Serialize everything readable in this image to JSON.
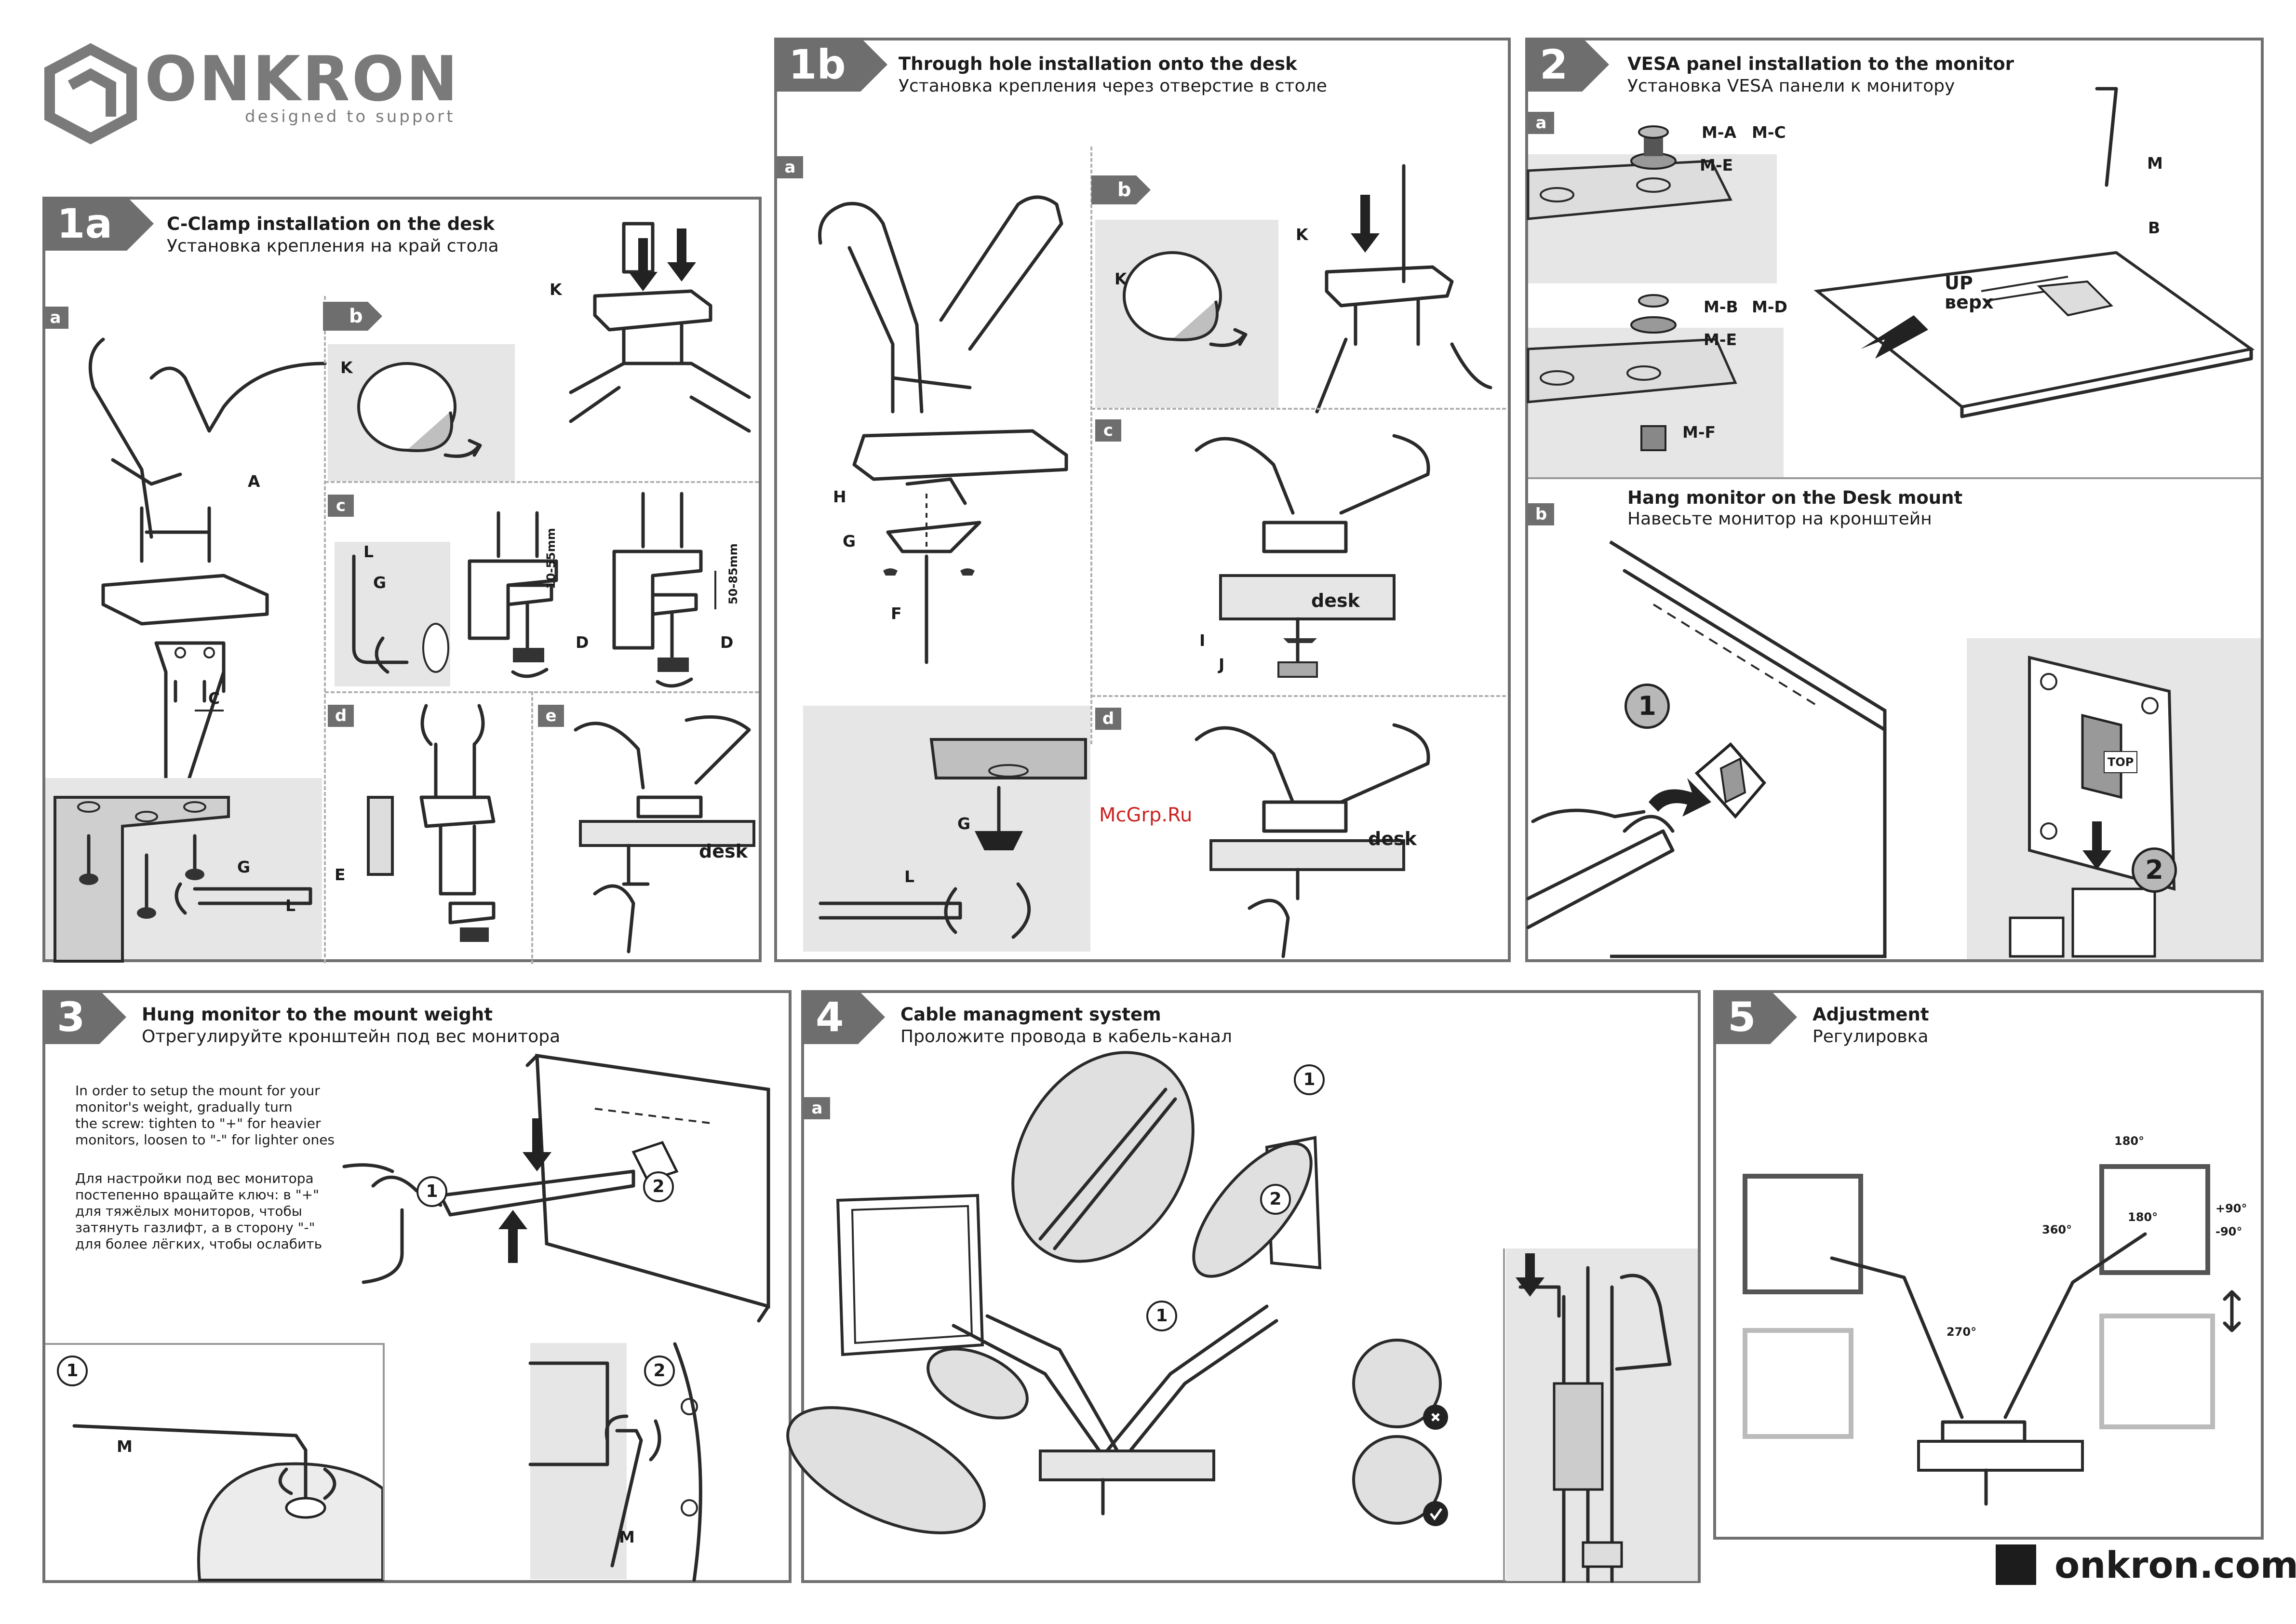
{
  "brand": {
    "name": "ONKRON",
    "tagline": "designed to support",
    "website": "onkron.com",
    "watermark": "McGrp.Ru"
  },
  "sections": {
    "s1a": {
      "number": "1a",
      "title_en": "C-Clamp installation on the desk",
      "title_ru": "Установка крепления на край стола",
      "steps": [
        "a",
        "b",
        "c",
        "d",
        "e"
      ],
      "labels": {
        "A": "A",
        "C": "C",
        "G": "G",
        "L": "L",
        "K": "K",
        "K2": "K",
        "D": "D",
        "D2": "D",
        "E": "E",
        "L2": "L",
        "G2": "G"
      },
      "dims": [
        "10-55mm",
        "50-85mm"
      ],
      "desk": "desk"
    },
    "s1b": {
      "number": "1b",
      "title_en": "Through hole installation onto the desk",
      "title_ru": "Установка крепления через отверстие в столе",
      "steps": [
        "a",
        "b",
        "c",
        "d"
      ],
      "labels": {
        "H": "H",
        "G": "G",
        "F": "F",
        "K": "K",
        "K2": "K",
        "I": "I",
        "J": "J",
        "G2": "G",
        "L": "L"
      },
      "desk": "desk"
    },
    "s2": {
      "number": "2",
      "title_en": "VESA panel installation to the monitor",
      "title_ru": "Установка VESA панели к монитору",
      "steps": [
        "a",
        "b"
      ],
      "labels": {
        "MA": "M-A",
        "MC": "M-C",
        "ME": "M-E",
        "MB": "M-B",
        "MD": "M-D",
        "ME2": "M-E",
        "MF": "M-F",
        "M": "M",
        "B": "B"
      },
      "up_en": "UP",
      "up_ru": "верх",
      "hang_en": "Hang monitor on the Desk mount",
      "hang_ru": "Навесьте монитор на кронштейн",
      "top": "TOP",
      "circles": [
        "1",
        "2"
      ]
    },
    "s3": {
      "number": "3",
      "title_en": "Hung monitor to the mount weight",
      "title_ru": "Отрегулируйте кронштейн под вес монитора",
      "text_en": "In order to setup the mount for your\nmonitor's weight, gradually turn\nthe screw: tighten to \"+\" for heavier\nmonitors, loosen to \"-\" for lighter ones",
      "text_ru": "Для настройки под вес монитора\nпостепенно вращайте ключ: в \"+\"\nдля тяжёлых мониторов, чтобы\nзатянуть газлифт, а в сторону \"-\"\nдля более лёгких, чтобы ослабить",
      "circles": [
        "1",
        "2"
      ],
      "labels": {
        "M": "M",
        "M2": "M"
      }
    },
    "s4": {
      "number": "4",
      "title_en": "Cable managment system",
      "title_ru": "Проложите провода в кабель-канал",
      "steps": [
        "a"
      ],
      "circles": [
        "1",
        "2",
        "1"
      ]
    },
    "s5": {
      "number": "5",
      "title_en": "Adjustment",
      "title_ru": "Регулировка",
      "angles": [
        "180°",
        "360°",
        "180°",
        "+90°",
        "-90°",
        "270°"
      ]
    }
  }
}
